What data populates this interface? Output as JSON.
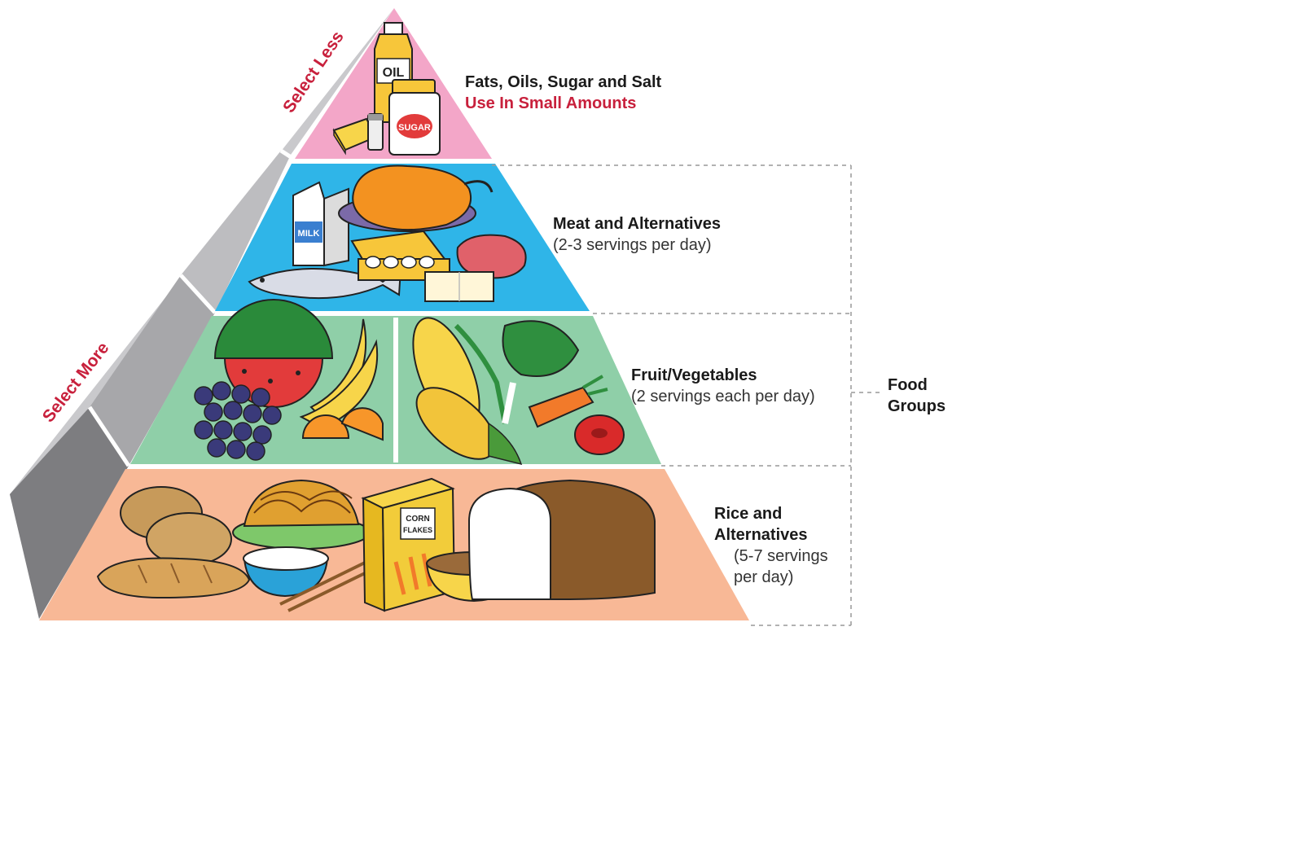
{
  "side_labels": {
    "less": "Select Less",
    "more": "Select More"
  },
  "tiers": {
    "fats": {
      "title": "Fats, Oils, Sugar and Salt",
      "note": "Use In Small Amounts",
      "icons": [
        "oil-bottle-icon",
        "butter-icon",
        "salt-shaker-icon",
        "sugar-jar-icon"
      ],
      "color": "#f3a6c8"
    },
    "meat": {
      "title": "Meat and Alternatives",
      "servings": "(2-3 servings per day)",
      "icons": [
        "milk-carton-icon",
        "roast-chicken-icon",
        "cheese-icon",
        "steak-icon",
        "fish-icon",
        "eggs-icon",
        "tofu-icon"
      ],
      "color": "#2fb5e8"
    },
    "fruitveg": {
      "title": "Fruit/Vegetables",
      "servings": "(2 servings each per day)",
      "icons": [
        "watermelon-icon",
        "banana-icon",
        "grapes-icon",
        "orange-slices-icon",
        "corn-icon",
        "leafy-greens-icon",
        "carrot-icon",
        "tomato-icon"
      ],
      "color": "#8fcfa8"
    },
    "rice": {
      "title_line1": "Rice and",
      "title_line2": "Alternatives",
      "servings_line1": "(5-7 servings",
      "servings_line2": "per day)",
      "icons": [
        "potato-icon",
        "noodles-icon",
        "cereal-box-icon",
        "bread-loaf-icon",
        "rice-bowl-icon",
        "baguette-icon",
        "chopsticks-icon",
        "porridge-bowl-icon"
      ],
      "color": "#f8b896"
    }
  },
  "food_groups": {
    "line1": "Food",
    "line2": "Groups"
  },
  "food_text": {
    "oil": "OIL",
    "sugar": "SUGAR",
    "milk": "MILK",
    "corn1": "CORN",
    "corn2": "FLAKES"
  }
}
